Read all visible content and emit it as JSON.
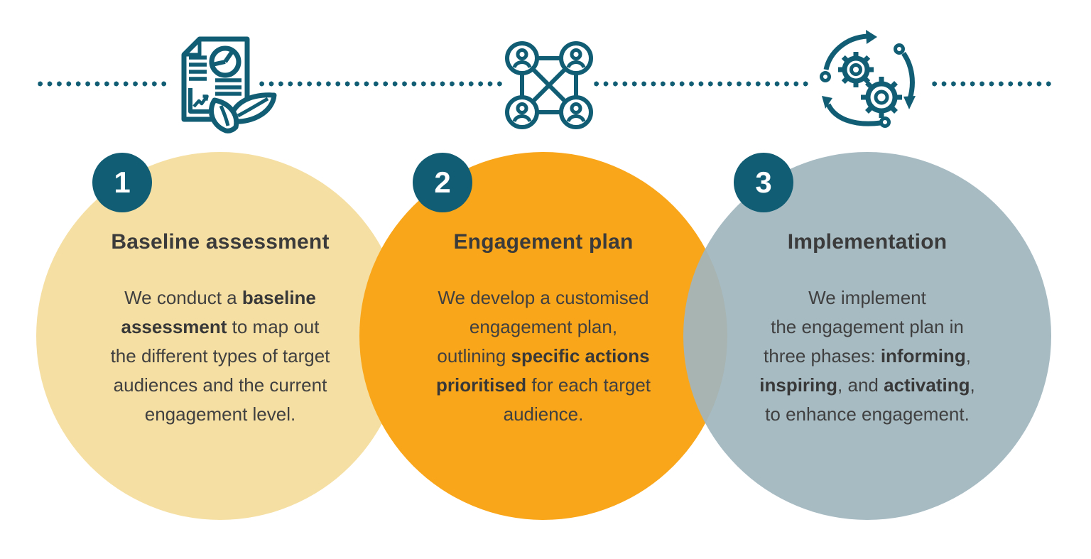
{
  "colors": {
    "teal": "#115E74",
    "cream": "#F5DFA3",
    "orange": "#FAA61A",
    "slate_fill": "rgba(160,181,190,0.92)",
    "title_color": "#3B3B3B",
    "body_color": "#404040",
    "badge_number_color": "#FFFFFF"
  },
  "timeline": {
    "icons": [
      {
        "name": "report-document-icon"
      },
      {
        "name": "people-network-icon"
      },
      {
        "name": "gears-cycle-icon"
      }
    ]
  },
  "steps": [
    {
      "number": "1",
      "title": "Baseline assessment",
      "body_lines": [
        [
          {
            "t": "We conduct a "
          },
          {
            "t": "baseline",
            "b": true
          }
        ],
        [
          {
            "t": "assessment",
            "b": true
          },
          {
            "t": " to map out"
          }
        ],
        [
          {
            "t": "the different types of target"
          }
        ],
        [
          {
            "t": "audiences and the current"
          }
        ],
        [
          {
            "t": "engagement level."
          }
        ]
      ]
    },
    {
      "number": "2",
      "title": "Engagement plan",
      "body_lines": [
        [
          {
            "t": "We develop a customised"
          }
        ],
        [
          {
            "t": "engagement plan,"
          }
        ],
        [
          {
            "t": "outlining "
          },
          {
            "t": "specific actions",
            "b": true
          }
        ],
        [
          {
            "t": "prioritised",
            "b": true
          },
          {
            "t": " for each target"
          }
        ],
        [
          {
            "t": "audience."
          }
        ]
      ]
    },
    {
      "number": "3",
      "title": "Implementation",
      "body_lines": [
        [
          {
            "t": "We implement"
          }
        ],
        [
          {
            "t": "the engagement plan in"
          }
        ],
        [
          {
            "t": "three phases: "
          },
          {
            "t": "informing",
            "b": true
          },
          {
            "t": ","
          }
        ],
        [
          {
            "t": "inspiring",
            "b": true
          },
          {
            "t": ", and "
          },
          {
            "t": "activating",
            "b": true
          },
          {
            "t": ","
          }
        ],
        [
          {
            "t": "to enhance engagement."
          }
        ]
      ]
    }
  ]
}
